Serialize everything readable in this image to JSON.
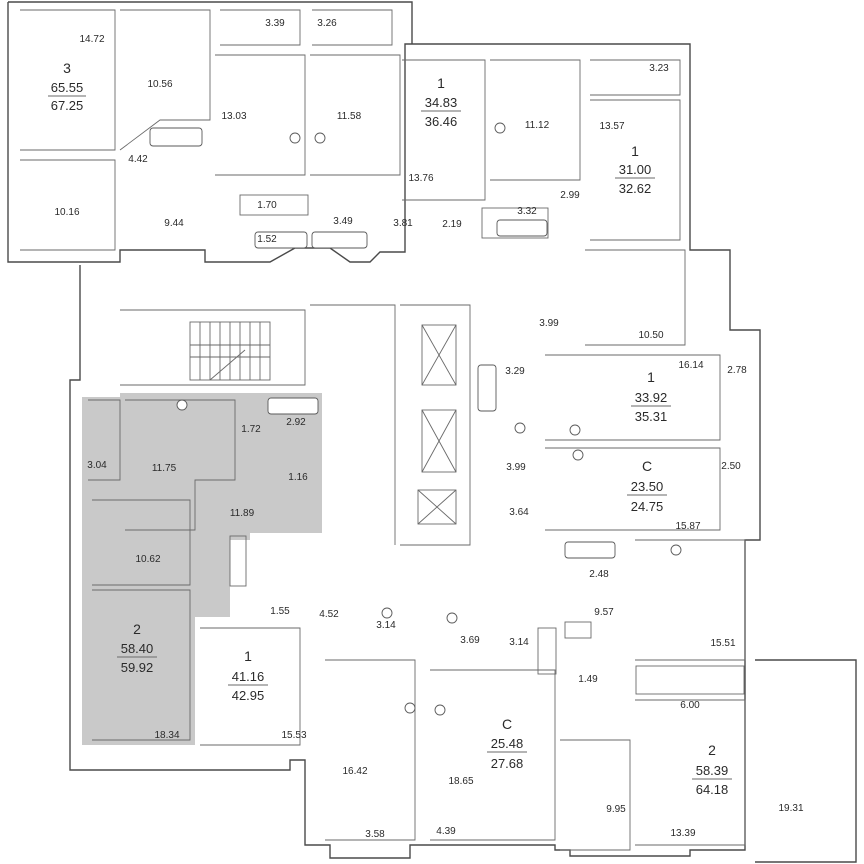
{
  "colors": {
    "highlight_unit": "#c9c9c9",
    "walls": "#4a4a4a",
    "background": "#ffffff"
  },
  "apartments": [
    {
      "rooms": "3",
      "living": "65.55",
      "total": "67.25"
    },
    {
      "rooms": "1",
      "living": "34.83",
      "total": "36.46"
    },
    {
      "rooms": "1",
      "living": "31.00",
      "total": "32.62"
    },
    {
      "rooms": "1",
      "living": "33.92",
      "total": "35.31"
    },
    {
      "rooms": "С",
      "living": "23.50",
      "total": "24.75"
    },
    {
      "rooms": "2",
      "living": "58.40",
      "total": "59.92"
    },
    {
      "rooms": "1",
      "living": "41.16",
      "total": "42.95"
    },
    {
      "rooms": "С",
      "living": "25.48",
      "total": "27.68"
    },
    {
      "rooms": "2",
      "living": "58.39",
      "total": "64.18"
    }
  ],
  "room_areas": [
    "14.72",
    "3.39",
    "3.26",
    "10.56",
    "13.03",
    "11.58",
    "11.12",
    "3.23",
    "13.57",
    "4.42",
    "9.44",
    "10.16",
    "1.70",
    "1.52",
    "3.49",
    "3.81",
    "13.76",
    "2.19",
    "3.32",
    "2.99",
    "3.99",
    "10.50",
    "16.14",
    "2.78",
    "3.29",
    "2.92",
    "1.72",
    "3.04",
    "11.75",
    "1.16",
    "3.99",
    "2.50",
    "3.64",
    "15.87",
    "11.89",
    "10.62",
    "2.48",
    "1.55",
    "4.52",
    "3.14",
    "3.69",
    "3.14",
    "9.57",
    "15.51",
    "1.49",
    "6.00",
    "18.34",
    "15.53",
    "16.42",
    "18.65",
    "9.95",
    "13.39",
    "19.31",
    "3.58",
    "4.39"
  ]
}
